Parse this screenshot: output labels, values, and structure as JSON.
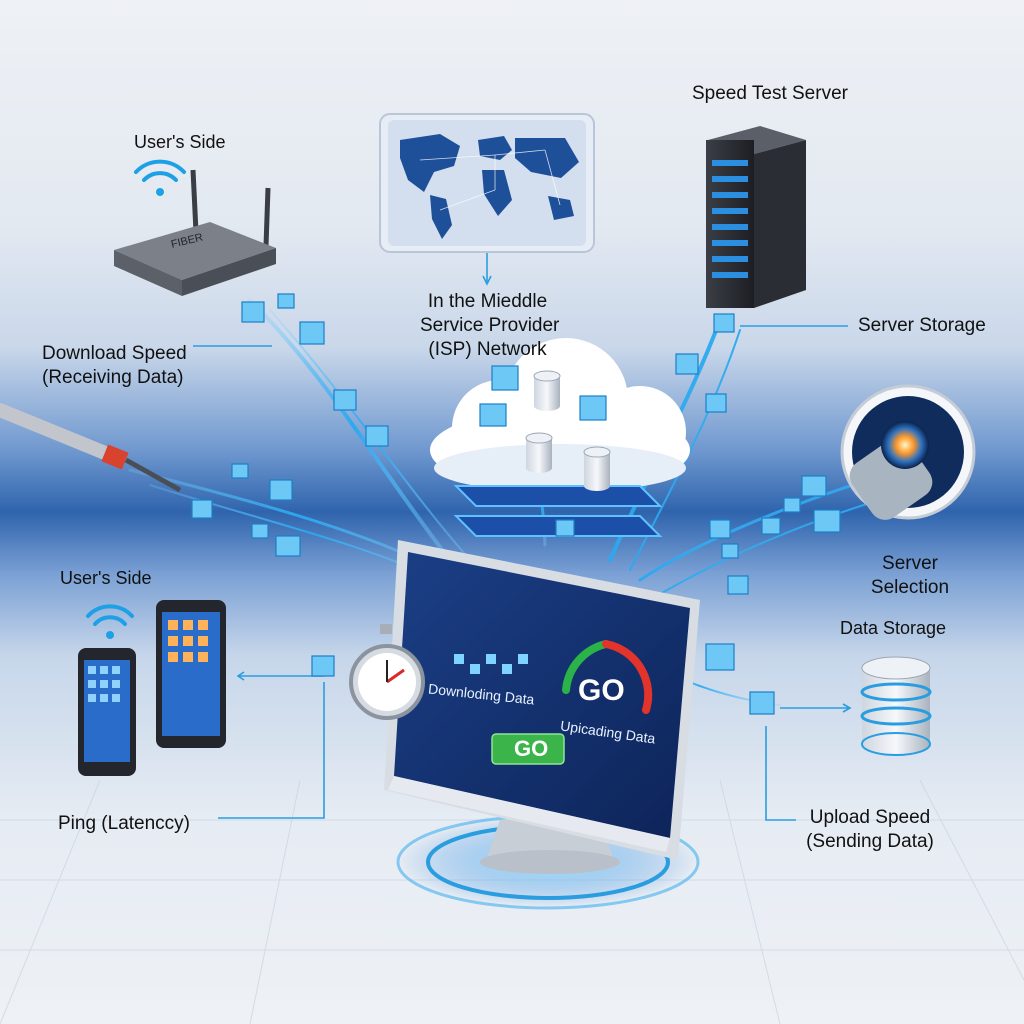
{
  "labels": {
    "speed_test_server": "Speed Test Server",
    "users_side_top": "User's Side",
    "isp_network_line1": "In the Mieddle",
    "isp_network_line2": "Service Provider",
    "isp_network_line3": "(ISP) Network",
    "server_storage": "Server Storage",
    "download_speed_line1": "Download Speed",
    "download_speed_line2": "(Receiving Data)",
    "server_selection_line1": "Server",
    "server_selection_line2": "Selection",
    "data_storage": "Data Storage",
    "users_side_bottom": "User's Side",
    "ping_latency": "Ping (Latenccy)",
    "upload_speed_line1": "Upload Speed",
    "upload_speed_line2": "(Sending Data)"
  },
  "screen": {
    "downloading_text": "Downloding Data",
    "uploading_text": "Upicading Data",
    "gauge_text": "GO",
    "go_button": "GO"
  },
  "router_badge": "FIBER",
  "colors": {
    "accent_blue": "#1ea0e6",
    "go_green": "#3bb54a",
    "gauge_red": "#e2342b",
    "gauge_green": "#2bb34a"
  }
}
